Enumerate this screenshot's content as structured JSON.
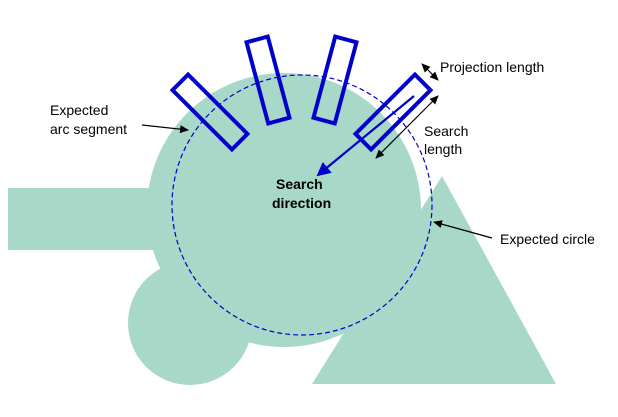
{
  "labels": {
    "projection_length": "Projection length",
    "search_length_line1": "Search",
    "search_length_line2": "length",
    "expected_arc_line1": "Expected",
    "expected_arc_line2": "arc segment",
    "search_direction_line1": "Search",
    "search_direction_line2": "direction",
    "expected_circle": "Expected circle"
  },
  "colors": {
    "shape_fill": "#a8d8c8",
    "rect_stroke": "#0000cc",
    "dashed_circle": "#0000cc",
    "arrow": "#0000cc",
    "text": "#000000"
  },
  "diagram": {
    "search_rectangle_count": 4
  }
}
